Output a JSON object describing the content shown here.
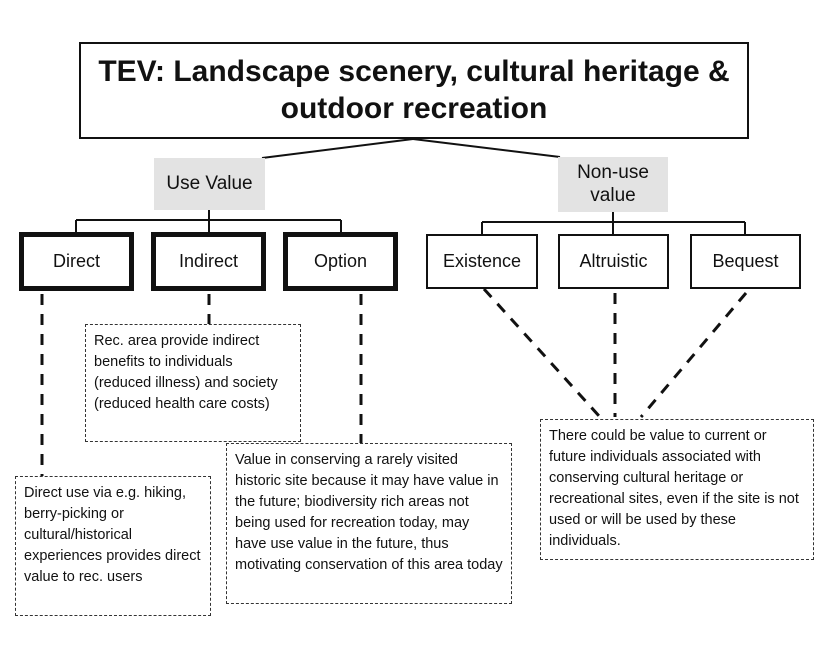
{
  "title": "TEV: Landscape scenery, cultural heritage & outdoor recreation",
  "categories": {
    "use": "Use Value",
    "non_use": "Non-use value"
  },
  "use_values": {
    "direct": "Direct",
    "indirect": "Indirect",
    "option": "Option"
  },
  "non_use_values": {
    "existence": "Existence",
    "altruistic": "Altruistic",
    "bequest": "Bequest"
  },
  "notes": {
    "direct": "Direct use via e.g. hiking, berry-picking or cultural/historical experiences provides direct value to rec. users",
    "indirect": "Rec. area provide indirect benefits to individuals (reduced illness) and society (reduced health care costs)",
    "option": "Value in conserving a rarely visited historic site because it may have value in the future; biodiversity rich areas not being used for recreation today, may have use value in the future, thus motivating conservation of this area today",
    "non_use": "There could be value to current or future individuals associated with conserving cultural heritage or recreational sites, even if the site is not used or will be used by these individuals."
  }
}
